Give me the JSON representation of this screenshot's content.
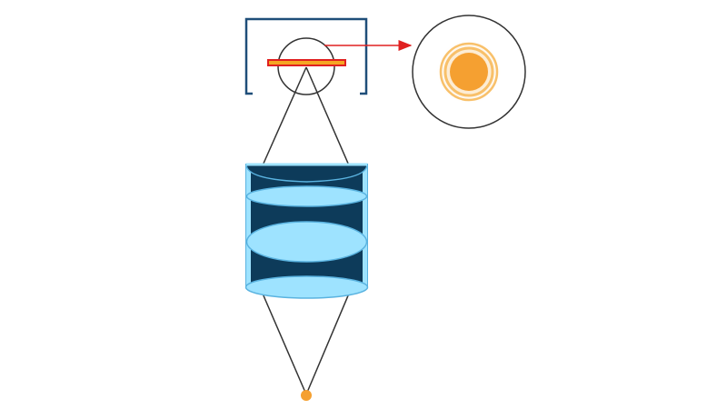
{
  "diagram": {
    "kind": "optical-system-point-spread",
    "components": [
      {
        "name": "detector-housing",
        "icon": "bracket-housing"
      },
      {
        "name": "detector-strip",
        "icon": "sensor-strip"
      },
      {
        "name": "magnifier-circle",
        "icon": "zoom-circle"
      },
      {
        "name": "magnify-arrow",
        "icon": "arrow-right"
      },
      {
        "name": "airy-disk-inset",
        "icon": "airy-pattern"
      },
      {
        "name": "lens-stack",
        "icon": "cylindrical-lens-assembly"
      },
      {
        "name": "point-source",
        "icon": "point-light-source"
      }
    ],
    "airy_rings": 2,
    "lens_elements": 4,
    "colors": {
      "housing": "#1f4e79",
      "strip_fill": "#f5a623",
      "strip_stroke": "#e02020",
      "arrow": "#e02020",
      "lens_dark": "#0d3b5a",
      "lens_light": "#9ee3ff",
      "lens_edge": "#5ab3e0",
      "source": "#f5a031",
      "airy_center": "#f5a031",
      "airy_ring": "#f8c06a",
      "ray": "#333333",
      "inset_border": "#333333"
    }
  }
}
